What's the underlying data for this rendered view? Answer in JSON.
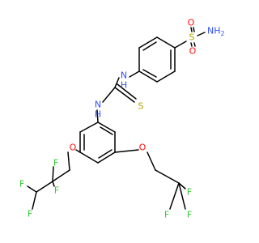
{
  "molecule": {
    "element_colors": {
      "N": "#3050f8",
      "O": "#ff0d0d",
      "S": "#b2a200",
      "F": "#33cc33",
      "C": "#000000"
    },
    "atoms": [
      {
        "id": "N_sulf",
        "label": "NH2",
        "element": "N"
      },
      {
        "id": "S_sulf",
        "label": "S",
        "element": "S"
      },
      {
        "id": "O_top",
        "label": "O",
        "element": "O"
      },
      {
        "id": "O_bot",
        "label": "O",
        "element": "O"
      },
      {
        "id": "N_upper",
        "label": "N",
        "element": "N"
      },
      {
        "id": "H_upper",
        "label": "H",
        "element": "N"
      },
      {
        "id": "S_thio",
        "label": "S",
        "element": "S"
      },
      {
        "id": "N_lower",
        "label": "N",
        "element": "N"
      },
      {
        "id": "H_lower",
        "label": "H",
        "element": "N"
      },
      {
        "id": "O_left",
        "label": "O",
        "element": "O"
      },
      {
        "id": "O_right",
        "label": "O",
        "element": "O"
      },
      {
        "id": "F_a",
        "label": "F",
        "element": "F"
      },
      {
        "id": "F_b",
        "label": "F",
        "element": "F"
      },
      {
        "id": "F_c",
        "label": "F",
        "element": "F"
      },
      {
        "id": "F_d",
        "label": "F",
        "element": "F"
      },
      {
        "id": "F_e",
        "label": "F",
        "element": "F"
      },
      {
        "id": "F_f",
        "label": "F",
        "element": "F"
      },
      {
        "id": "F_g",
        "label": "F",
        "element": "F"
      }
    ]
  }
}
